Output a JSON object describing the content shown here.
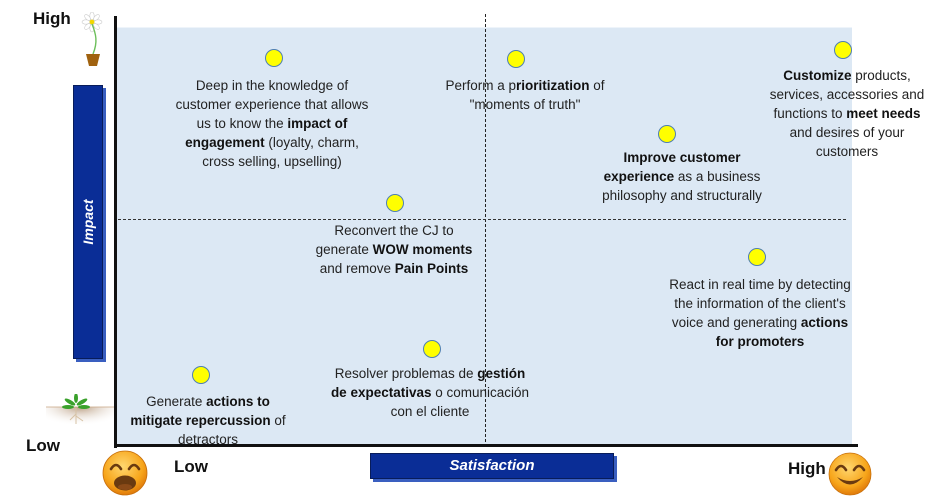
{
  "axes": {
    "y_axis_title": "Impact",
    "x_axis_title": "Satisfaction",
    "y_high_label": "High",
    "y_low_label": "Low",
    "x_low_label": "Low",
    "x_high_label": "High"
  },
  "icons": {
    "y_high": "flower-in-pot-icon",
    "y_low": "sprout-in-soil-icon",
    "x_low": "crying-face-icon",
    "x_high": "smiling-face-icon"
  },
  "colors": {
    "plot_background": "#dce8f4",
    "axis_bar": "#0a2d96",
    "point_fill": "#ffff00",
    "point_stroke": "#4f7fb0"
  },
  "points": [
    {
      "id": "deep-knowledge",
      "quadrant": "high-impact-low-satisfaction",
      "segments": [
        {
          "t": "Deep in the knowledge of customer experience that allows us to know the ",
          "b": false
        },
        {
          "t": "impact of engagement",
          "b": true
        },
        {
          "t": " (loyalty, charm, cross selling, upselling)",
          "b": false
        }
      ]
    },
    {
      "id": "prioritization",
      "quadrant": "high-impact-center",
      "segments": [
        {
          "t": "Perform a p",
          "b": false
        },
        {
          "t": "rioritization",
          "b": true
        },
        {
          "t": " of \"moments of truth\"",
          "b": false
        }
      ]
    },
    {
      "id": "customize",
      "quadrant": "high-impact-high-satisfaction",
      "segments": [
        {
          "t": "Customize",
          "b": true
        },
        {
          "t": " products, services, accessories and functions to ",
          "b": false
        },
        {
          "t": "meet needs",
          "b": true
        },
        {
          "t": " and desires of your customers",
          "b": false
        }
      ]
    },
    {
      "id": "improve-cx",
      "quadrant": "high-impact-high-satisfaction",
      "segments": [
        {
          "t": "Improve customer experience",
          "b": true
        },
        {
          "t": " as a business philosophy and structurally",
          "b": false
        }
      ]
    },
    {
      "id": "reconvert-cj",
      "quadrant": "center-low-satisfaction",
      "segments": [
        {
          "t": "Reconvert the CJ to generate ",
          "b": false
        },
        {
          "t": "WOW moments",
          "b": true
        },
        {
          "t": " and remove ",
          "b": false
        },
        {
          "t": "Pain Points",
          "b": true
        }
      ]
    },
    {
      "id": "react-real-time",
      "quadrant": "low-impact-high-satisfaction",
      "segments": [
        {
          "t": "React in real time by detecting the information of the client's voice and generating ",
          "b": false
        },
        {
          "t": "actions for promoters",
          "b": true
        }
      ]
    },
    {
      "id": "resolver-problemas",
      "quadrant": "low-impact-center",
      "segments": [
        {
          "t": "Resolver problemas de ",
          "b": false
        },
        {
          "t": "gestión de expectativas",
          "b": true
        },
        {
          "t": " o comunicación con el cliente",
          "b": false
        }
      ]
    },
    {
      "id": "mitigate-detractors",
      "quadrant": "low-impact-low-satisfaction",
      "segments": [
        {
          "t": "Generate ",
          "b": false
        },
        {
          "t": "actions to mitigate repercussion",
          "b": true
        },
        {
          "t": " of detractors",
          "b": false
        }
      ]
    }
  ]
}
